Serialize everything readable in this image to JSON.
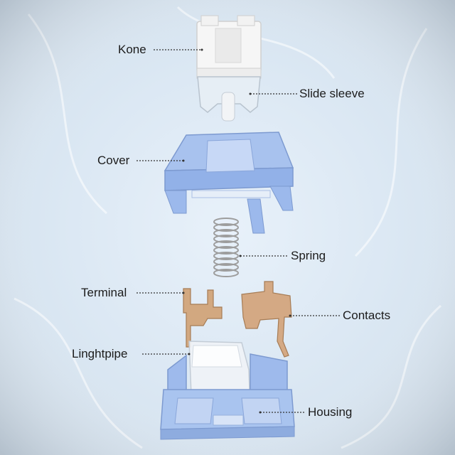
{
  "labels": {
    "kone": "Kone",
    "slide_sleeve": "Slide sleeve",
    "cover": "Cover",
    "spring": "Spring",
    "terminal": "Terminal",
    "contacts": "Contacts",
    "lightpipe": "Linghtpipe",
    "housing": "Housing"
  },
  "colors": {
    "background": "#dbe7f3",
    "blue_plastic": "#8fb0e6",
    "white_stem": "#f4f4f4",
    "copper": "#c9a07a",
    "spring": "#a8a8a8",
    "leader_line": "#333333"
  }
}
